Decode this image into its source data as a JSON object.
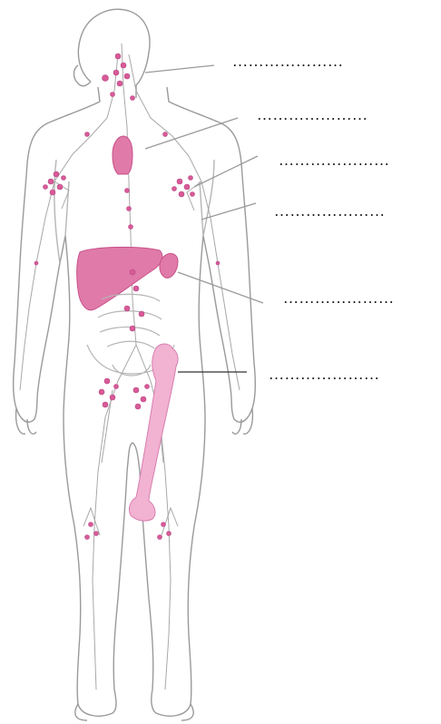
{
  "colors": {
    "outline": "#9a9a9a",
    "vessel": "#a8a8a8",
    "organ": "#e07aa8",
    "organ_dark": "#c8508a",
    "node": "#d85a98",
    "bone": "#f2b2d2",
    "leader": "#9a9a9a",
    "leader_dark": "#333333"
  },
  "labels": [
    {
      "id": "label-1",
      "text": "…………………"
    },
    {
      "id": "label-2",
      "text": "…………………"
    },
    {
      "id": "label-3",
      "text": "…………………"
    },
    {
      "id": "label-4",
      "text": "…………………"
    },
    {
      "id": "label-5",
      "text": "…………………"
    },
    {
      "id": "label-6",
      "text": "…………………"
    }
  ]
}
